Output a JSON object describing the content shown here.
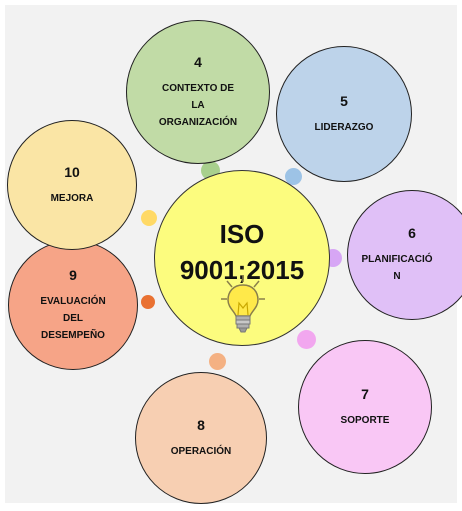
{
  "center": {
    "title_line1": "ISO",
    "title_line2": "9001;2015",
    "fill": "#fcfc7e",
    "icon": "lightbulb-icon"
  },
  "clauses": {
    "c4": {
      "number": "4",
      "label": "CONTEXTO DE\nLA\nORGANIZACIÓN",
      "fill": "#c1dba6"
    },
    "c5": {
      "number": "5",
      "label": "LIDERAZGO",
      "fill": "#bdd3ea"
    },
    "c6": {
      "number": "6",
      "label": "PLANIFICACIÓ\nN",
      "fill": "#e0c0f7"
    },
    "c7": {
      "number": "7",
      "label": "SOPORTE",
      "fill": "#f9c7f5"
    },
    "c8": {
      "number": "8",
      "label": "OPERACIÓN",
      "fill": "#f7cfb2"
    },
    "c9": {
      "number": "9",
      "label": "EVALUACIÓN\nDEL\nDESEMPEÑO",
      "fill": "#f6a487"
    },
    "c10": {
      "number": "10",
      "label": "MEJORA",
      "fill": "#fae5a5"
    }
  },
  "dots": {
    "c4": "#a8d08d",
    "c5": "#9dc3e6",
    "c6": "#d7a6f5",
    "c7": "#f2a7ef",
    "c8": "#f4b183",
    "c9": "#e97132",
    "c10": "#ffd966"
  }
}
